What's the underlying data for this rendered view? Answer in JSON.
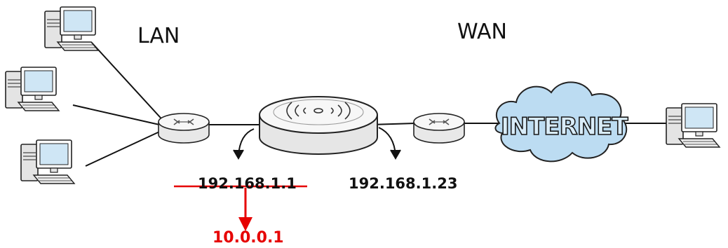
{
  "labels": {
    "lan": "LAN",
    "wan": "WAN",
    "lan_ip_old": "192.168.1.1",
    "lan_ip_new": "10.0.0.1",
    "wan_ip": "192.168.1.23",
    "internet": "INTERNET"
  },
  "colors": {
    "change_red": "#e60000",
    "cloud_fill": "#bcdcf2",
    "device_body": "#e6e6e6",
    "screen_blue": "#cfe6f5"
  }
}
